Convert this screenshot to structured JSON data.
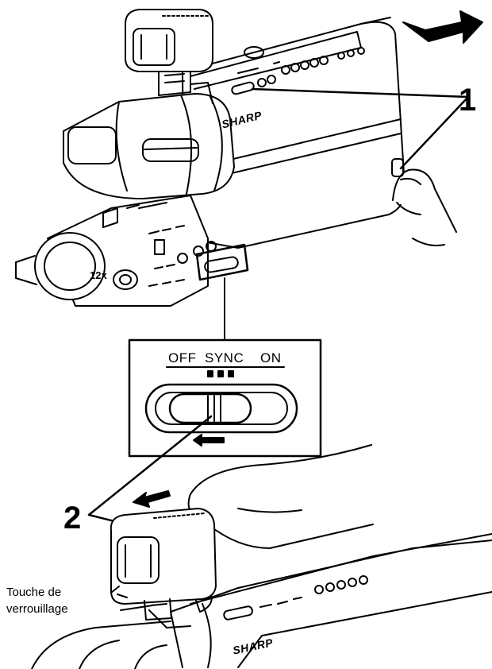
{
  "callouts": {
    "step_1": "1",
    "step_2": "2"
  },
  "camera": {
    "brand_top": "SHARP",
    "brand_bottom": "SHARP",
    "zoom_label": "12x"
  },
  "power_switch": {
    "off_label": "OFF",
    "sync_label": "SYNC",
    "on_label": "ON"
  },
  "lock_button": {
    "label_line1": "Touche de",
    "label_line2": "verrouillage"
  },
  "colors": {
    "ink": "#000000",
    "paper": "#ffffff"
  }
}
